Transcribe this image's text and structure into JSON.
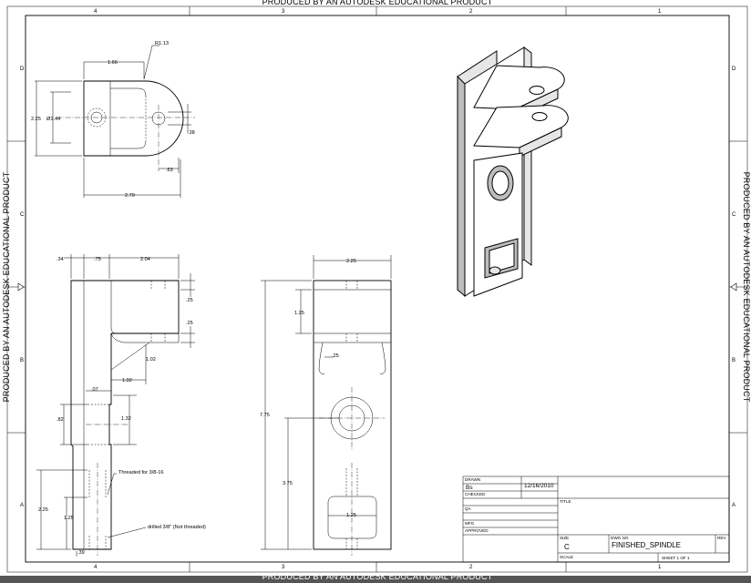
{
  "watermark": "PRODUCED BY AN AUTODESK EDUCATIONAL PRODUCT",
  "zones": {
    "columns": [
      "4",
      "3",
      "2",
      "1"
    ],
    "rows": [
      "D",
      "C",
      "B",
      "A"
    ]
  },
  "top_view": {
    "dims": {
      "d166": "1.66",
      "r113": "R1.13",
      "d225": "2.25",
      "d144": "Ø1.44",
      "d38": ".38",
      "d63": ".63",
      "d279": "2.79"
    }
  },
  "side_view": {
    "dims": {
      "d34": ".34",
      "d75": ".75",
      "d204": "2.04",
      "d25a": ".25",
      "d25b": ".25",
      "d102v": "1.02",
      "d102h": "1.02",
      "d07": ".07",
      "d82": ".82",
      "d132": "1.32",
      "d225": "2.25",
      "d125": "1.25",
      "d39": ".39"
    },
    "notes": {
      "threaded": "Threaded for 3/8-16",
      "drilled": "drilled 3/8\" (Not threaded)"
    }
  },
  "front_view": {
    "dims": {
      "d225": "2.25",
      "d125": "1.25",
      "d25": ".25",
      "d775": "7.75",
      "d375": "3.75",
      "d125b": "1.25"
    }
  },
  "title_block": {
    "drawn_label": "DRAWN",
    "drawn_by": "Bs",
    "drawn_date": "12/16/2010",
    "checked_label": "CHECKED",
    "title_label": "TITLE",
    "qa_label": "QA",
    "mfg_label": "MFG",
    "approved_label": "APPROVED",
    "size_label": "SIZE",
    "size_value": "C",
    "dwg_label": "DWG NO",
    "dwg_value": "FINISHED_SPINDLE",
    "rev_label": "REV",
    "scale_label": "SCALE",
    "sheet_value": "SHEET 1  OF 1"
  }
}
